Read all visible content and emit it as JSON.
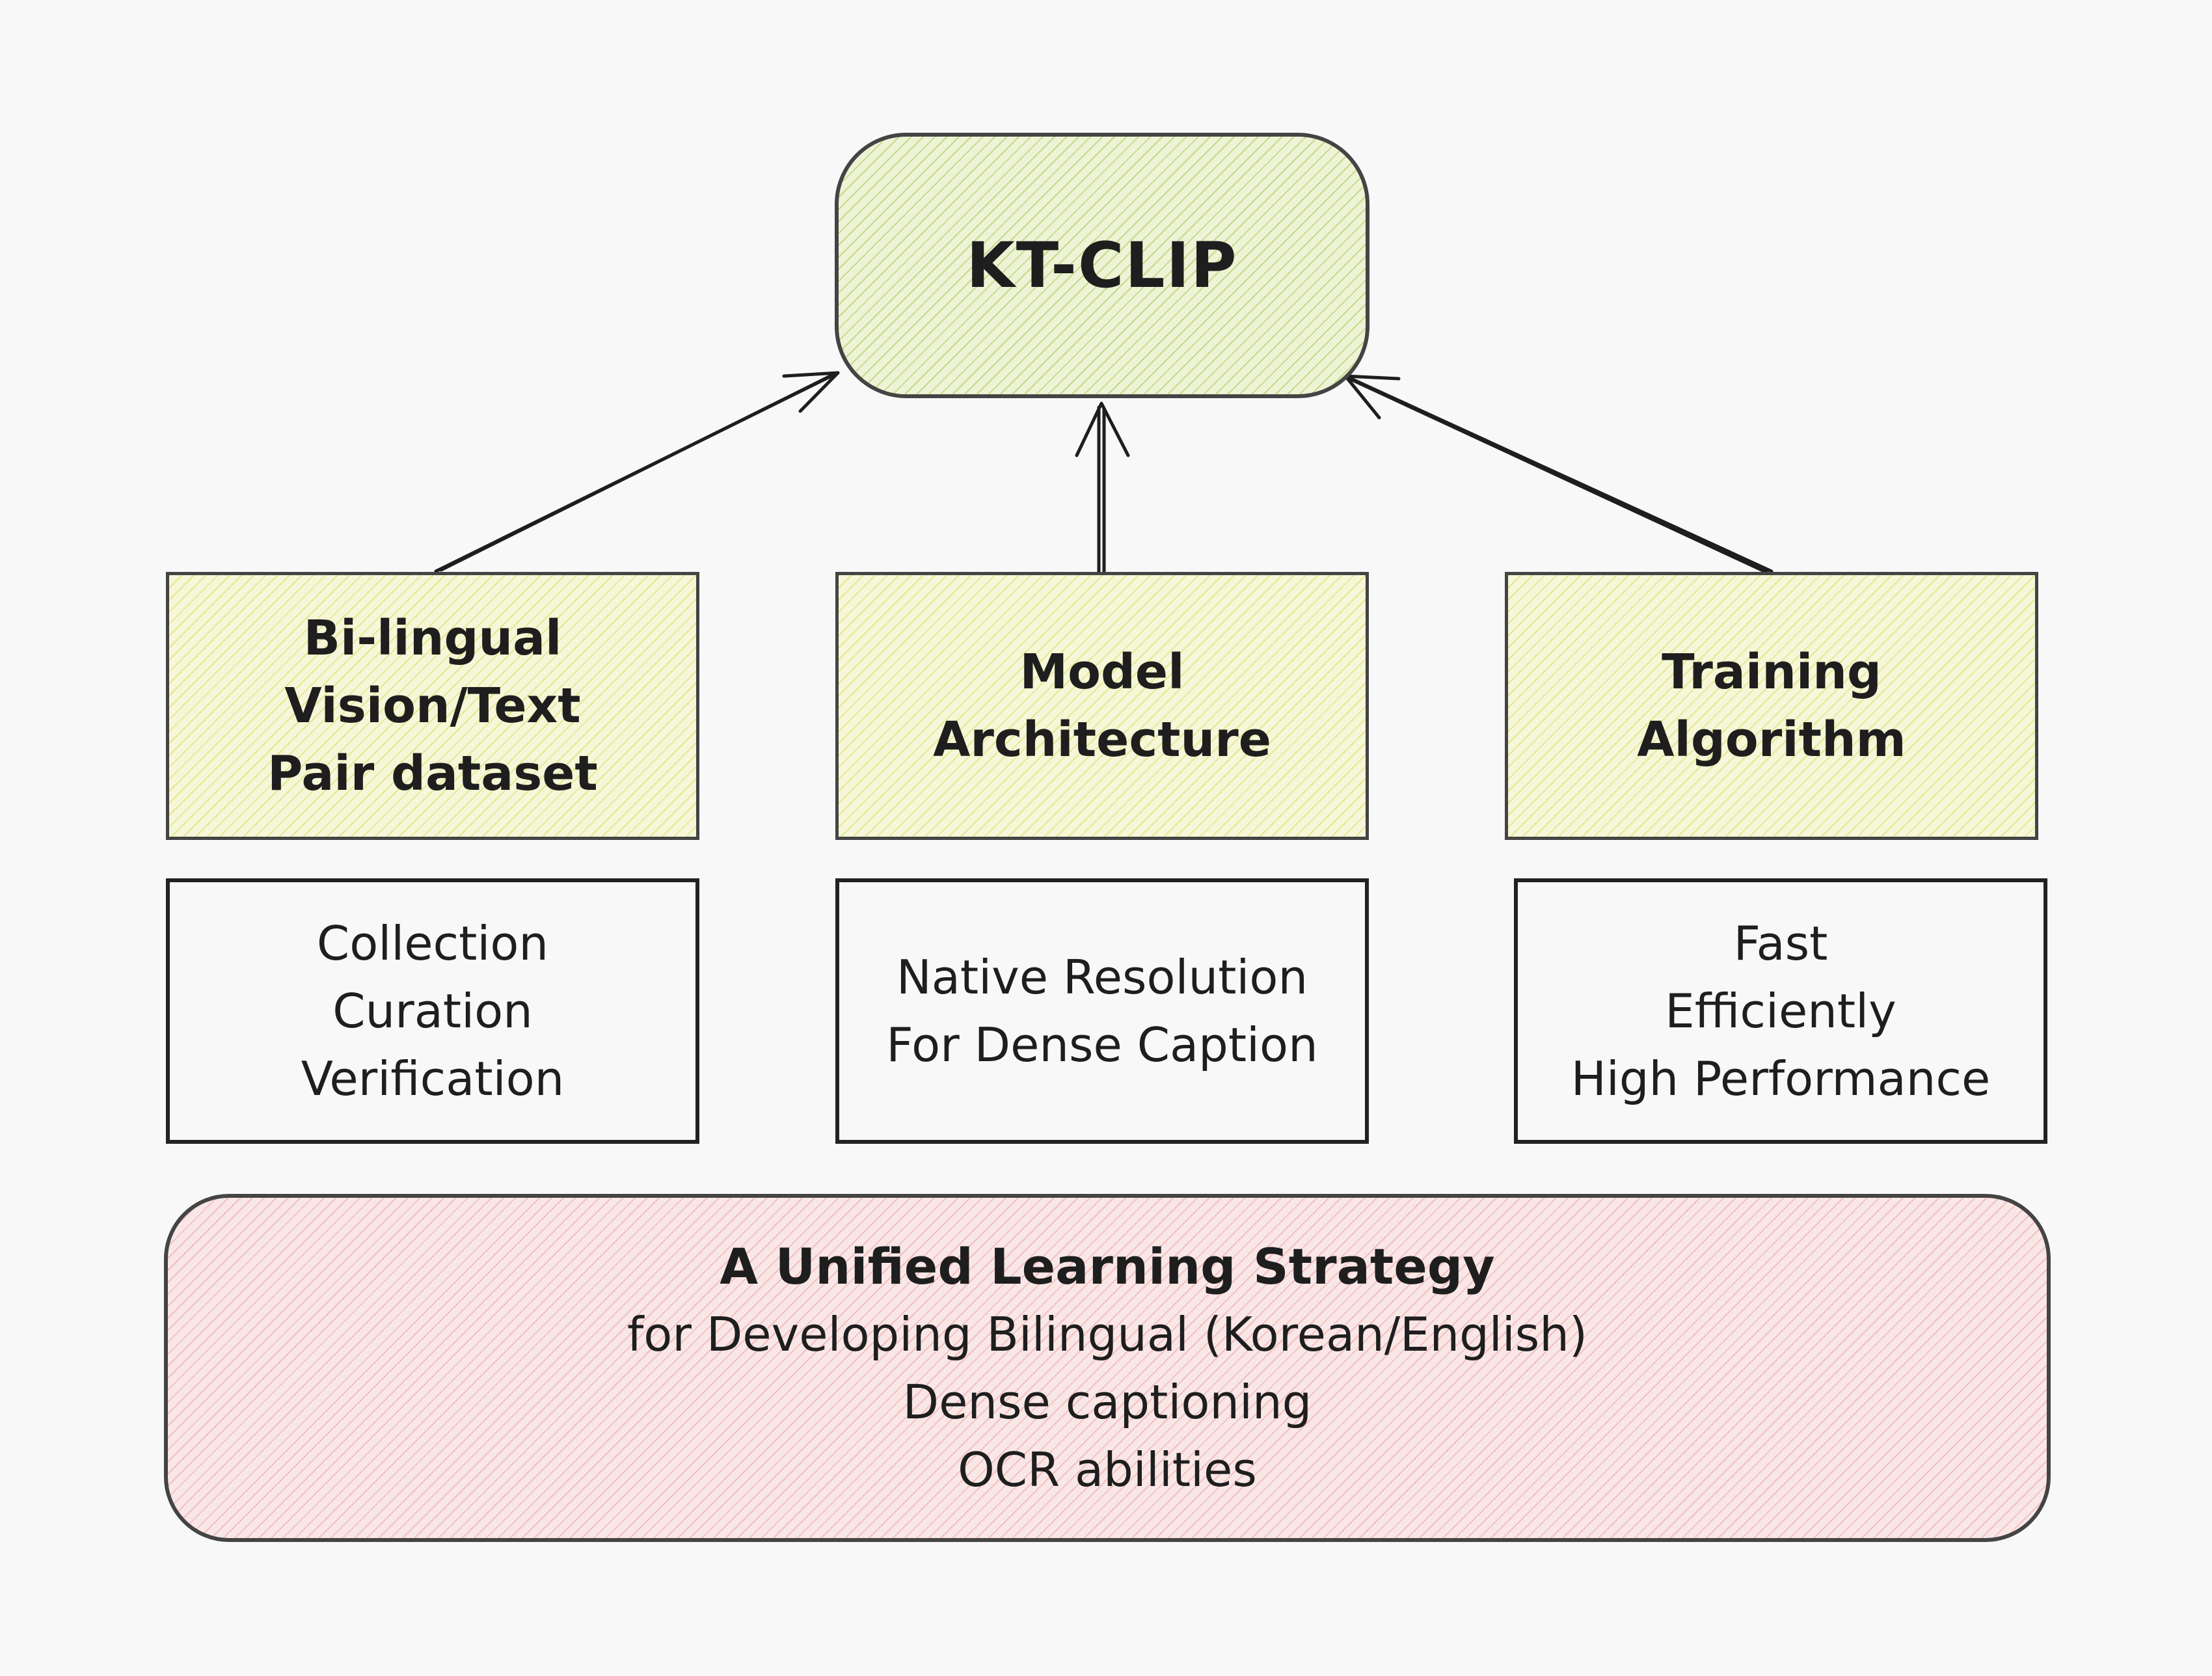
{
  "root": {
    "label": "KT-CLIP"
  },
  "pillars": [
    {
      "lines": [
        "Bi-lingual Vision/Text",
        "Pair dataset"
      ]
    },
    {
      "lines": [
        "Model",
        "Architecture"
      ]
    },
    {
      "lines": [
        "Training",
        "Algorithm"
      ]
    }
  ],
  "details": [
    {
      "lines": [
        "Collection",
        "Curation",
        "Verification"
      ]
    },
    {
      "lines": [
        "Native Resolution",
        "For Dense Caption"
      ]
    },
    {
      "lines": [
        "Fast",
        "Efficiently",
        "High Performance"
      ]
    }
  ],
  "strategy": {
    "title": "A Unified Learning Strategy",
    "lines": [
      "for Developing Bilingual (Korean/English)",
      "Dense captioning",
      "OCR abilities"
    ]
  },
  "colors": {
    "root_fill": "#d8ea9c",
    "pillar_fill": "#eef49a",
    "strategy_fill": "#f5b8b8",
    "stroke": "#1e1e1e",
    "background": "#f8f8f8"
  }
}
